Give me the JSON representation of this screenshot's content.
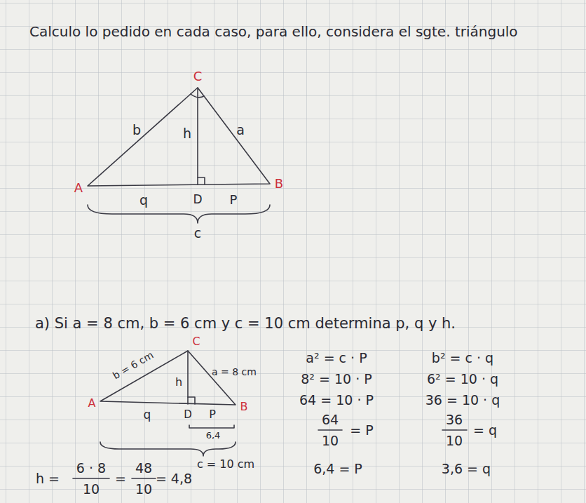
{
  "diagram": {
    "title": "Calculo lo pedido en cada caso, para ello, considera el sgte. triángulo",
    "labels": [
      "C",
      "b",
      "h",
      "a",
      "A",
      "q",
      "D",
      "P",
      "B",
      "c",
      "a) Si a = 8 cm, b = 6 cm y c = 10 cm determina p, q y h.",
      "C",
      "b = 6 cm",
      "h",
      "a = 8 cm",
      "A",
      "q",
      "D",
      "P",
      "B",
      "6,4",
      "c = 10 cm",
      "a² = c · P",
      "8² = 10 · P",
      "64 = 10 · P",
      "64",
      "10",
      "= P",
      "6,4 = P",
      "b² = c · q",
      "6² = 10 · q",
      "36 = 10 · q",
      "36",
      "10",
      "= q",
      "3,6 = q",
      "h =",
      "6 · 8",
      "10",
      "=",
      "48",
      "10",
      "= 4,8"
    ]
  }
}
